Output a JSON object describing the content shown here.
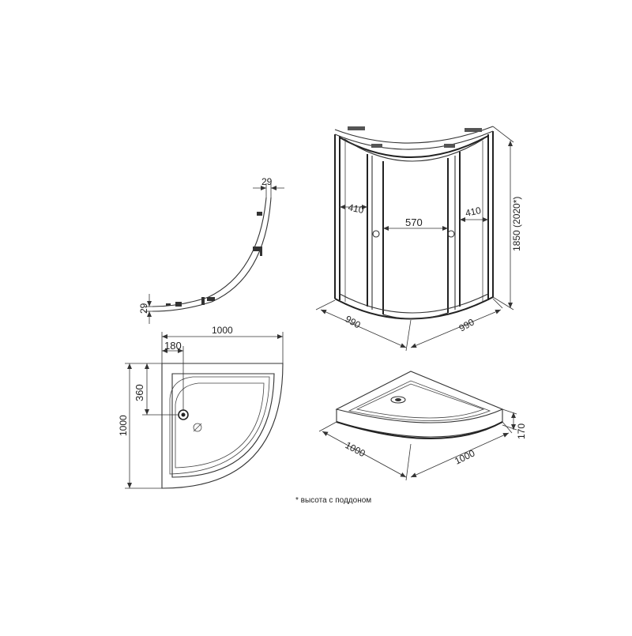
{
  "curved_track": {
    "top_width": "29",
    "side_width": "29"
  },
  "tray_plan": {
    "width": "1000",
    "depth": "1000",
    "drain_x": "180",
    "drain_y": "360"
  },
  "cabin": {
    "left_panel": "410",
    "door_opening": "570",
    "right_panel": "410",
    "height": "1850 (2020*)",
    "base_left": "990",
    "base_right": "990"
  },
  "tray_iso": {
    "width_left": "1000",
    "width_right": "1000",
    "height": "170"
  },
  "footnote": "* высота с поддоном"
}
